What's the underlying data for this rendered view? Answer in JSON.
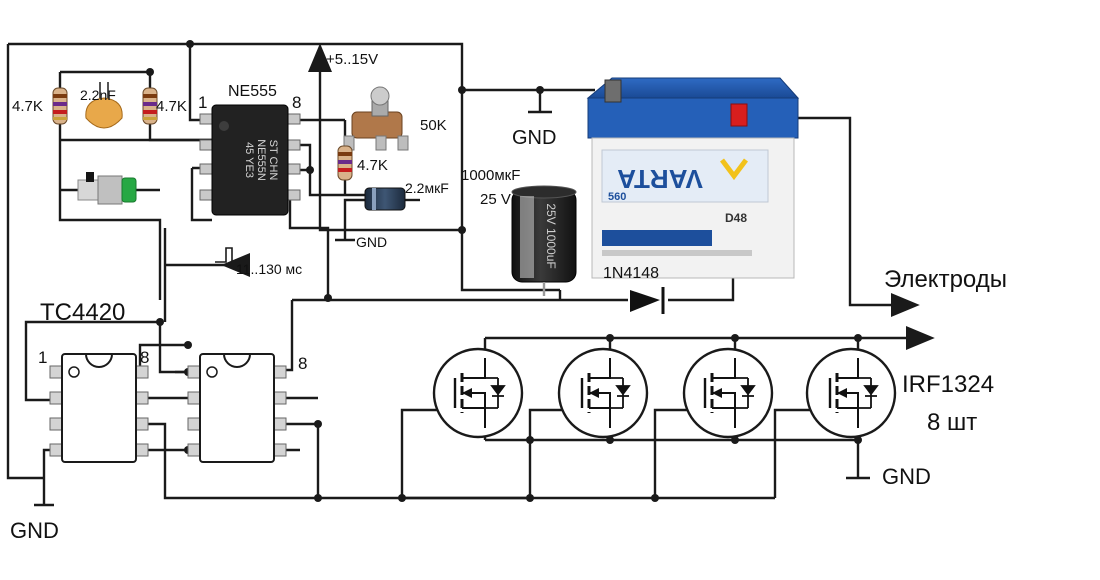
{
  "labels": {
    "supply": "+5..15V",
    "ne555": "NE555",
    "ne555_pin1": "1",
    "ne555_pin8": "8",
    "ne555_marking_1": "ST CHN",
    "ne555_marking_2": "NE555N",
    "ne555_marking_3": "45 YE3",
    "r1": "4.7K",
    "c_timing": "2.2nF",
    "r2": "4.7K",
    "pot": "50K",
    "r3": "4.7K",
    "c_small": "2.2мкF",
    "gnd_555": "GND",
    "pulse": "11..130 мс",
    "cap_big_1": "1000мкF",
    "cap_big_2": "25 V",
    "cap_big_marking": "25V 1000uF",
    "gnd_battery": "GND",
    "battery_brand": "VARTA",
    "battery_model": "D48",
    "battery_sub": "560",
    "diode": "1N4148",
    "electrodes": "Электроды",
    "driver": "TC4420",
    "driver_pin1": "1",
    "driver_pin8_a": "8",
    "driver_pin8_b": "8",
    "mosfet": "IRF1324",
    "mosfet_count": "8 шт",
    "gnd_mosfets": "GND",
    "gnd_main": "GND"
  },
  "colors": {
    "wire": "#1a1a1a",
    "battery_blue": "#1d4f9c",
    "battery_case": "#f2f2f2",
    "terminal_red": "#d81e1e",
    "button_green": "#27a844",
    "capacitor_orange": "#e8a84a",
    "capacitor_black": "#232323"
  }
}
